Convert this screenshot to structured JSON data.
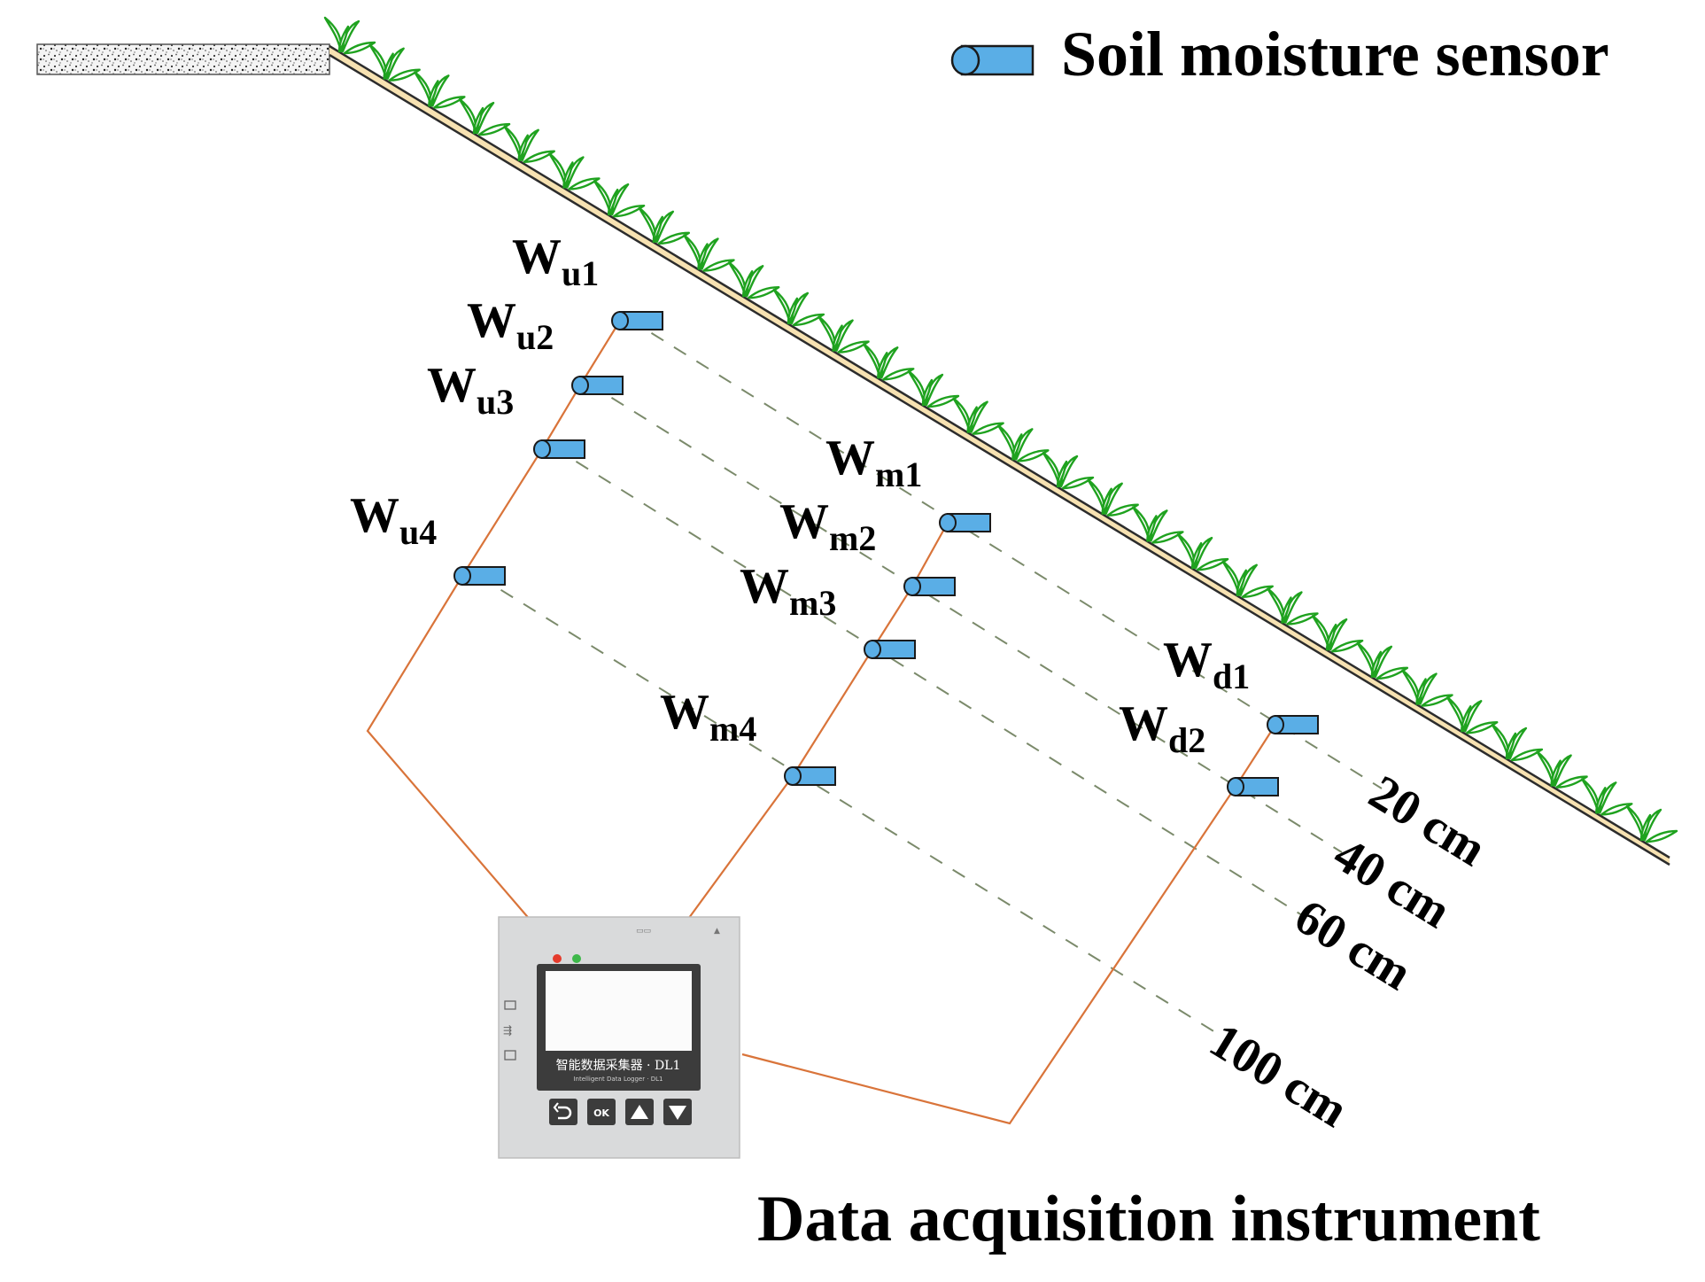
{
  "legend": {
    "sensor_label": "Soil moisture sensor",
    "sensor_color": "#5aaee6"
  },
  "caption": "Data acquisition instrument",
  "depths": [
    "20 cm",
    "40 cm",
    "60 cm",
    "100 cm"
  ],
  "sensors": {
    "upslope": [
      {
        "base": "W",
        "sub": "u1"
      },
      {
        "base": "W",
        "sub": "u2"
      },
      {
        "base": "W",
        "sub": "u3"
      },
      {
        "base": "W",
        "sub": "u4"
      }
    ],
    "midslope": [
      {
        "base": "W",
        "sub": "m1"
      },
      {
        "base": "W",
        "sub": "m2"
      },
      {
        "base": "W",
        "sub": "m3"
      },
      {
        "base": "W",
        "sub": "m4"
      }
    ],
    "downslope": [
      {
        "base": "W",
        "sub": "d1"
      },
      {
        "base": "W",
        "sub": "d2"
      }
    ]
  },
  "device": {
    "screen_title": "智能数据采集器 · DL1",
    "screen_subtitle": "Intelligent Data Logger · DL1",
    "ok_label": "OK",
    "body_color": "#d9dadb",
    "screen_frame_color": "#3c3c3c"
  },
  "colors": {
    "slope_fill": "#f7e2b2",
    "grass": "#1fa21f",
    "cable": "#d9743a",
    "depth_line": "#7b8a6b"
  }
}
